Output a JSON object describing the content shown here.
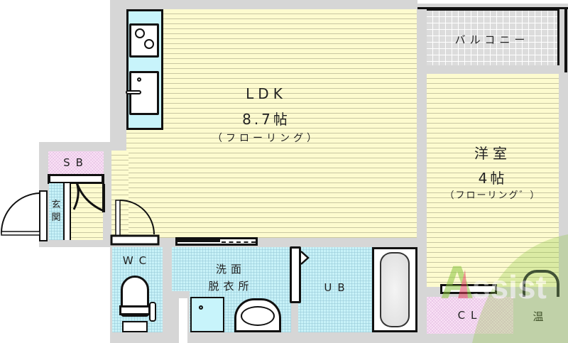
{
  "rooms": {
    "ldk": {
      "name": "LDK",
      "size": "8.7帖",
      "floor": "（フローリング）"
    },
    "western": {
      "name": "洋室",
      "size": "4帖",
      "floor": "（フローリング゛）"
    },
    "balcony": {
      "name": "バルコニー"
    },
    "sb": {
      "name": "SB"
    },
    "entrance": {
      "name": "玄関"
    },
    "wc": {
      "name": "WC"
    },
    "washroom": {
      "line1": "洗面",
      "line2": "脱衣所"
    },
    "ub": {
      "name": "UB"
    },
    "cl": {
      "name": "CL"
    },
    "water_heater": {
      "name": "温"
    }
  },
  "watermark": {
    "text": "Assist"
  },
  "colors": {
    "wall": "#d6d6d6",
    "wood_floor": "#fdfbcf",
    "tile_floor": "#c8f2f8",
    "storage_pink": "#fbe4f7",
    "balcony": "#dcdcdc",
    "watermark_green": "#8cc63f",
    "watermark_red": "#e0405a"
  }
}
